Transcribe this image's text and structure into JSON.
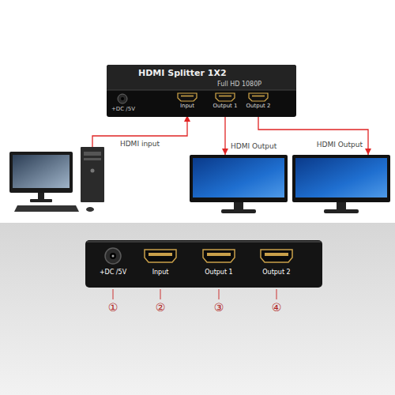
{
  "diagram": {
    "nodes": [
      {
        "text": [
          "HDMI Splitter 1X2",
          "Full HD 1080P"
        ]
      },
      {
        "text": [
          "Input"
        ],
        "in": 0
      },
      {
        "text": [
          "Output 1"
        ],
        "in": 0
      },
      {
        "text": [
          "Output 2"
        ],
        "in": 0
      },
      {
        "text": []
      },
      {
        "text": []
      },
      {
        "text": []
      }
    ],
    "edges": [
      {
        "from": 4,
        "to": 1,
        "arrow": "to",
        "label": "HDMI input"
      },
      {
        "from": 2,
        "to": 5,
        "arrow": "to",
        "label": "HDMI Output"
      },
      {
        "from": 3,
        "to": 6,
        "arrow": "to",
        "label": "HDMI Output"
      }
    ],
    "labels": [
      "+DC /5V",
      "+DC /5V",
      "Input",
      "Output 1",
      "Output 2",
      "①",
      "②",
      "③",
      "④"
    ]
  }
}
